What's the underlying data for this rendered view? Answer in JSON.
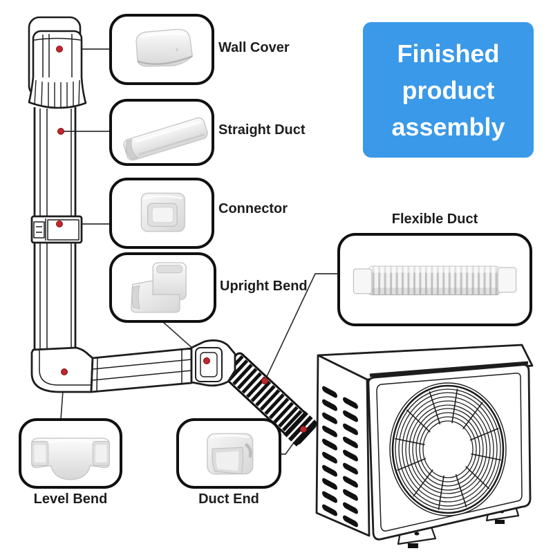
{
  "banner": {
    "lines": [
      "Finished",
      "product",
      "assembly"
    ],
    "bg_color": "#3a99e8",
    "text_color": "#ffffff"
  },
  "callouts": [
    {
      "id": "wall-cover",
      "label": "Wall Cover"
    },
    {
      "id": "straight-duct",
      "label": "Straight Duct"
    },
    {
      "id": "connector",
      "label": "Connector"
    },
    {
      "id": "upright-bend",
      "label": "Upright Bend"
    },
    {
      "id": "flexible-duct",
      "label": "Flexible Duct"
    },
    {
      "id": "level-bend",
      "label": "Level Bend"
    },
    {
      "id": "duct-end",
      "label": "Duct End"
    }
  ],
  "diagram": {
    "marker_color": "#c0262c",
    "line_color": "#1d1d1d"
  }
}
